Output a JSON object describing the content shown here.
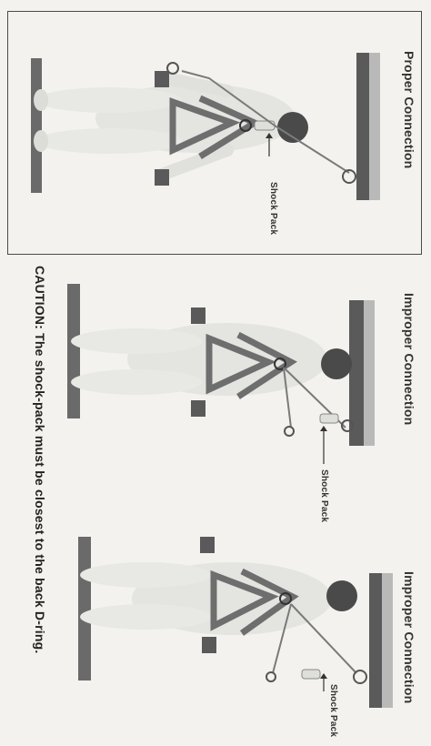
{
  "panels": [
    {
      "heading": "Proper Connection",
      "pointer_label": "Shock Pack"
    },
    {
      "heading": "Improper Connection",
      "pointer_label": "Shock Pack"
    },
    {
      "heading": "Improper Connection",
      "pointer_label": "Shock Pack"
    }
  ],
  "caution": "CAUTION: The shock-pack must be closest to the back D-ring.",
  "colors": {
    "background": "#f3f2ee",
    "anchor_dark": "#5a5a5a",
    "anchor_light": "#b9b9b9",
    "harness": "#6e6e6e",
    "body": "#e6e6e2",
    "head": "#4a4a4a",
    "lanyard": "#7a7a7a"
  }
}
